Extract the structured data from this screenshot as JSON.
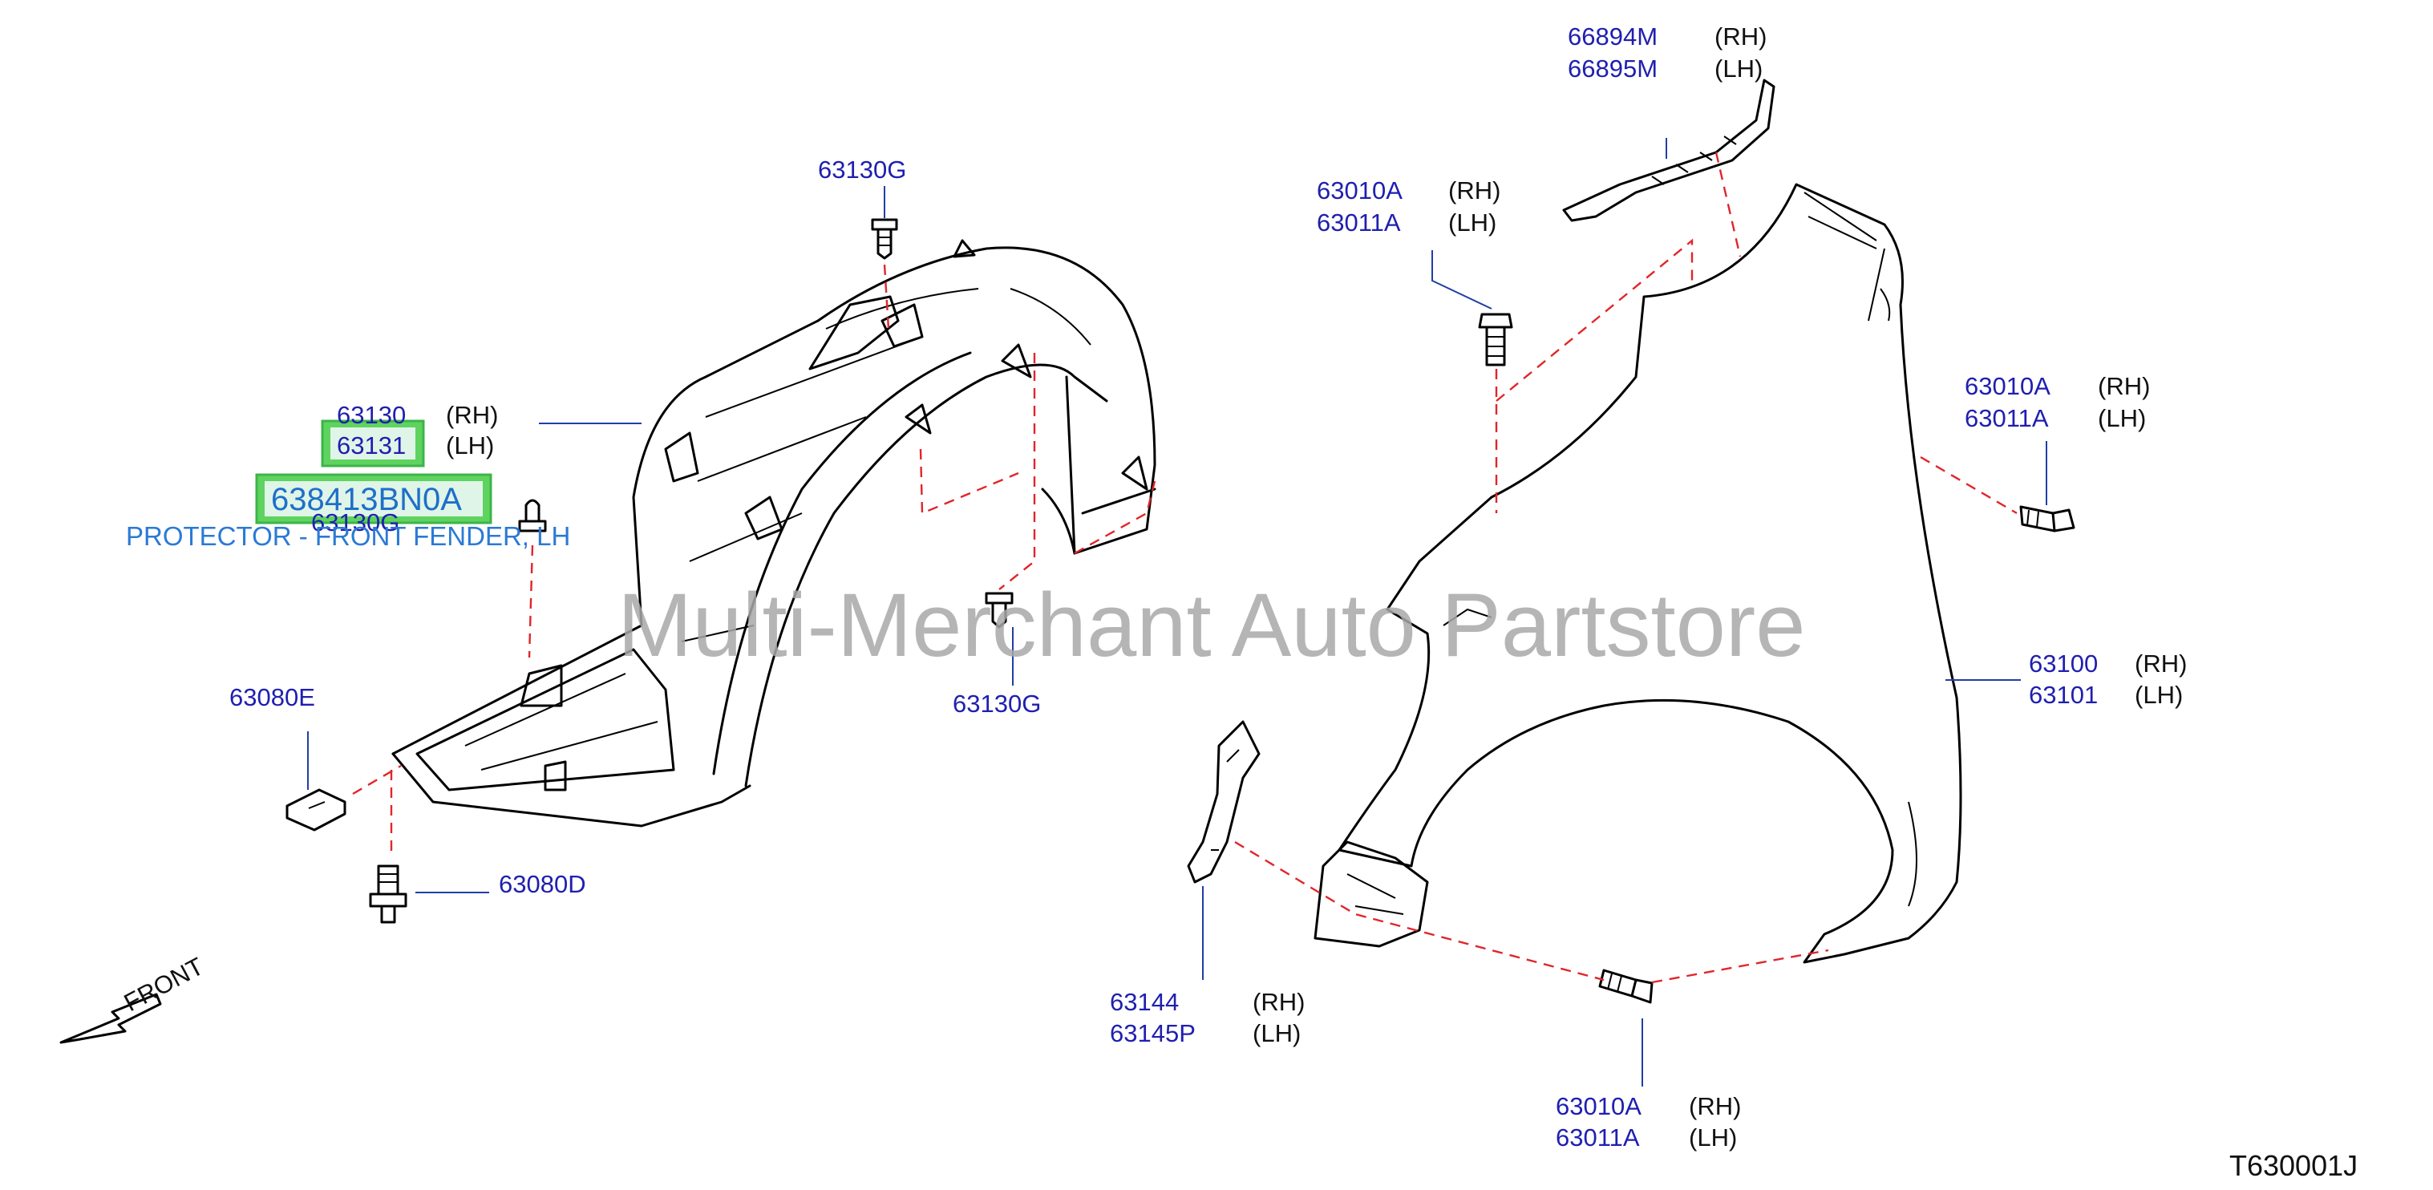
{
  "colors": {
    "part_number": "#1f1fb0",
    "side_text": "#111111",
    "leader": "#1f3fa6",
    "dashed_line": "#e0262a",
    "highlight": "#5fd35f",
    "description": "#2a7ad4",
    "watermark": "#a8a8a8"
  },
  "callouts": {
    "molding_upper_rh": "66894M",
    "molding_upper_rh_side": "(RH)",
    "molding_upper_lh": "66895M",
    "molding_upper_lh_side": "(LH)",
    "bolt_top_rh": "63010A",
    "bolt_top_rh_side": "(RH)",
    "bolt_top_lh": "63011A",
    "bolt_top_lh_side": "(LH)",
    "bolt_right_rh": "63010A",
    "bolt_right_rh_side": "(RH)",
    "bolt_right_lh": "63011A",
    "bolt_right_lh_side": "(LH)",
    "fender_rh": "63100",
    "fender_rh_side": "(RH)",
    "fender_lh": "63101",
    "fender_lh_side": "(LH)",
    "bolt_bottom_rh": "63010A",
    "bolt_bottom_rh_side": "(RH)",
    "bolt_bottom_lh": "63011A",
    "bolt_bottom_lh_side": "(LH)",
    "bracket_rh": "63144",
    "bracket_rh_side": "(RH)",
    "bracket_lh": "63145P",
    "bracket_lh_side": "(LH)",
    "clip_top": "63130G",
    "clip_mid": "63130G",
    "clip_left": "63130G",
    "protector_rh": "63130",
    "protector_rh_side": "(RH)",
    "protector_lh": "63131",
    "protector_lh_side": "(LH)",
    "nut": "63080E",
    "screw": "63080D"
  },
  "highlighted_part_number": "638413BN0A",
  "part_description": "PROTECTOR - FRONT FENDER, LH",
  "front_label": "FRONT",
  "watermark": "Multi-Merchant Auto Partstore",
  "diagram_code": "T630001J"
}
